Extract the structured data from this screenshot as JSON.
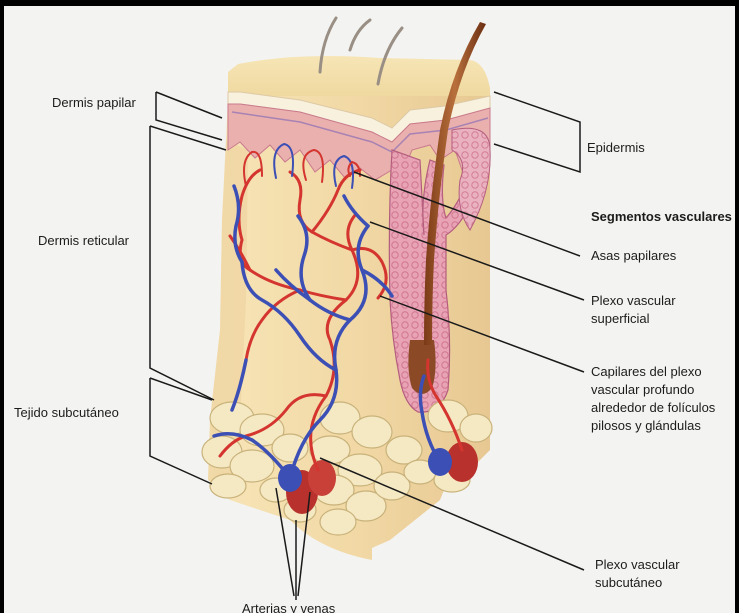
{
  "labels": {
    "dermis_papilar": "Dermis papilar",
    "dermis_reticular": "Dermis reticular",
    "tejido_subcutaneo": "Tejido subcutáneo",
    "epidermis": "Epidermis",
    "segmentos_vasculares": "Segmentos vasculares",
    "asas_papilares": "Asas papilares",
    "plexo_superficial_1": "Plexo vascular",
    "plexo_superficial_2": "superficial",
    "capilares_1": "Capilares del plexo",
    "capilares_2": "vascular profundo",
    "capilares_3": "alrededor de folículos",
    "capilares_4": "pilosos y glándulas",
    "plexo_subcutaneo_1": "Plexo vascular",
    "plexo_subcutaneo_2": "subcutáneo",
    "arterias_venas": "Arterias y venas"
  },
  "colors": {
    "skin": "#f2dba8",
    "epidermis": "#f6edd3",
    "papillary": "#eab0ae",
    "fat": "#f5e9c4",
    "artery": "#d4352f",
    "vein": "#3c4fb5",
    "follicle": "#e8a3b5",
    "hair": "#6a2e12",
    "leader": "#1a1a1a"
  }
}
